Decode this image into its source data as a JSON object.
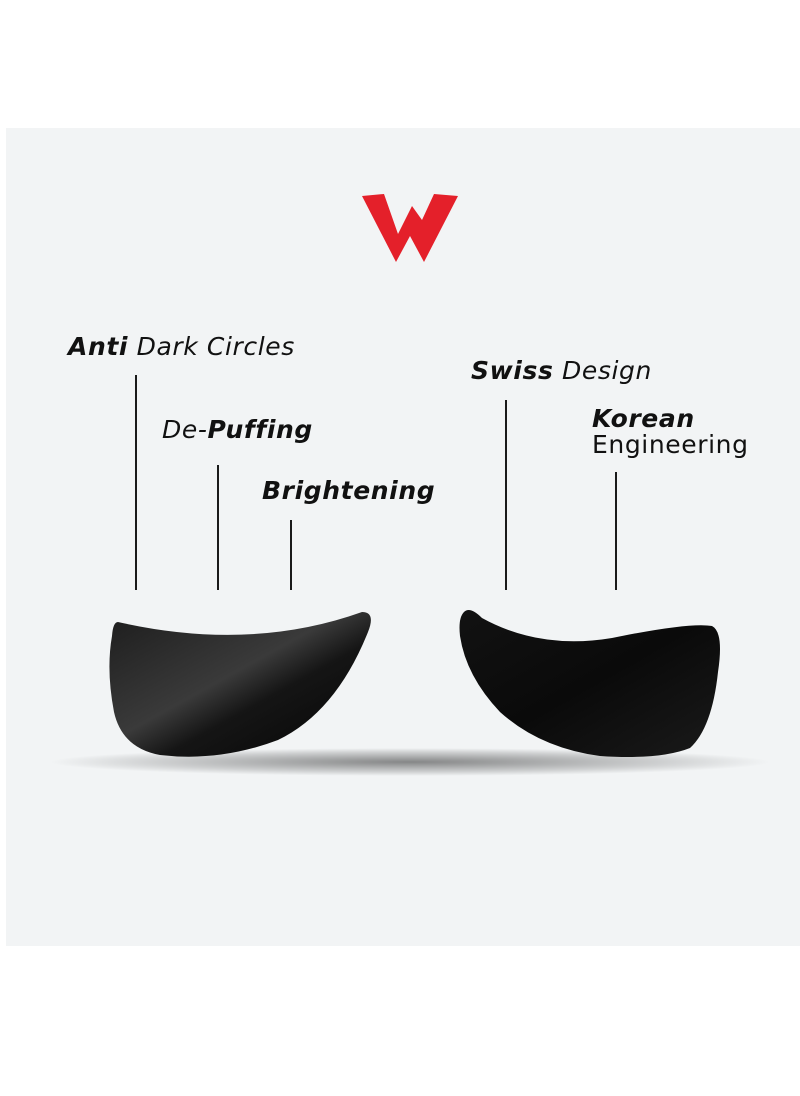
{
  "brand": {
    "logo_icon": "w-logo-icon",
    "logo_color": "#e4202a"
  },
  "labels": {
    "anti_dark_circles": {
      "strong": "Anti",
      "light": " Dark Circles"
    },
    "de_puffing": {
      "light": "De-",
      "strong": "Puffing"
    },
    "brightening": {
      "strong": "Brightening"
    },
    "swiss_design": {
      "strong": "Swiss",
      "light": " Design"
    },
    "korean_engineering": {
      "strong": "Korean",
      "light": "Engineering"
    }
  },
  "colors": {
    "panel_background": "#f2f4f5",
    "patch": "#0c0c0c",
    "text": "#111111"
  }
}
